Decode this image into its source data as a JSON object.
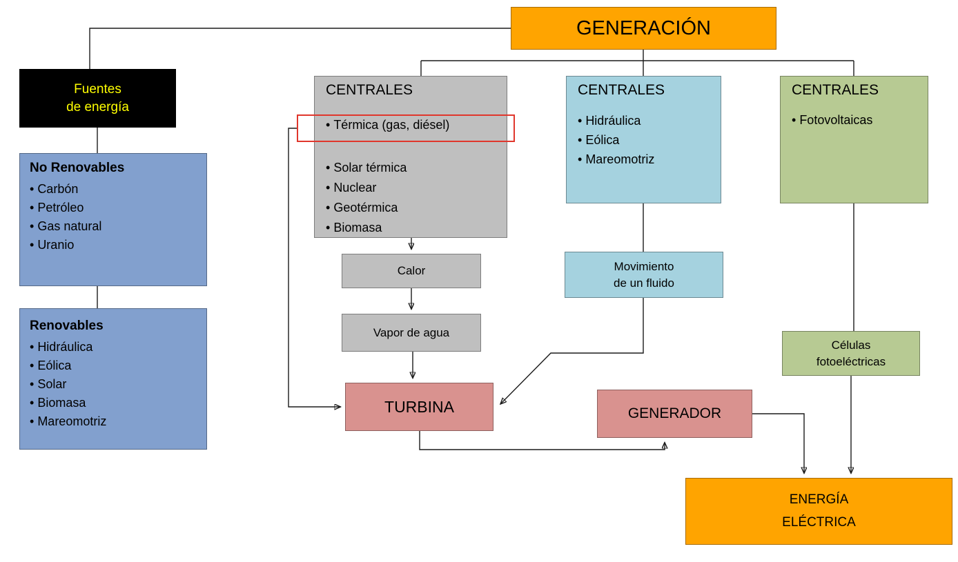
{
  "colors": {
    "orange": "#FFA400",
    "panel_black": "#000000",
    "yellow_text": "#FFFF00",
    "blue": "#82A0CE",
    "gray": "#BFBFBF",
    "cyan": "#A5D2DF",
    "green": "#B7CA93",
    "pink": "#D9928F",
    "highlight_red": "#E0362C",
    "line": "#1A1A1A"
  },
  "generation": {
    "label": "GENERACIÓN"
  },
  "fuentes": {
    "line1": "Fuentes",
    "line2": "de energía"
  },
  "no_renovables": {
    "title": "No Renovables",
    "items": [
      "Carbón",
      "Petróleo",
      "Gas natural",
      "Uranio"
    ]
  },
  "renovables": {
    "title": "Renovables",
    "items": [
      "Hidráulica",
      "Eólica",
      "Solar",
      "Biomasa",
      "Mareomotriz"
    ]
  },
  "centrales_termicas": {
    "title": "CENTRALES",
    "highlighted_item": "Térmica (gas, diésel)",
    "items": [
      "Solar térmica",
      "Nuclear",
      "Geotérmica",
      "Biomasa"
    ]
  },
  "calor": {
    "label": "Calor"
  },
  "vapor": {
    "label": "Vapor de agua"
  },
  "turbina": {
    "label": "TURBINA"
  },
  "centrales_fluido": {
    "title": "CENTRALES",
    "items": [
      "Hidráulica",
      "Eólica",
      "Mareomotriz"
    ]
  },
  "movimiento": {
    "line1": "Movimiento",
    "line2": "de un fluido"
  },
  "generador": {
    "label": "GENERADOR"
  },
  "centrales_fotovoltaicas": {
    "title": "CENTRALES",
    "items": [
      "Fotovoltaicas"
    ]
  },
  "celulas": {
    "line1": "Células",
    "line2": "fotoeléctricas"
  },
  "energia_electrica": {
    "line1": "ENERGÍA",
    "line2": "ELÉCTRICA"
  }
}
